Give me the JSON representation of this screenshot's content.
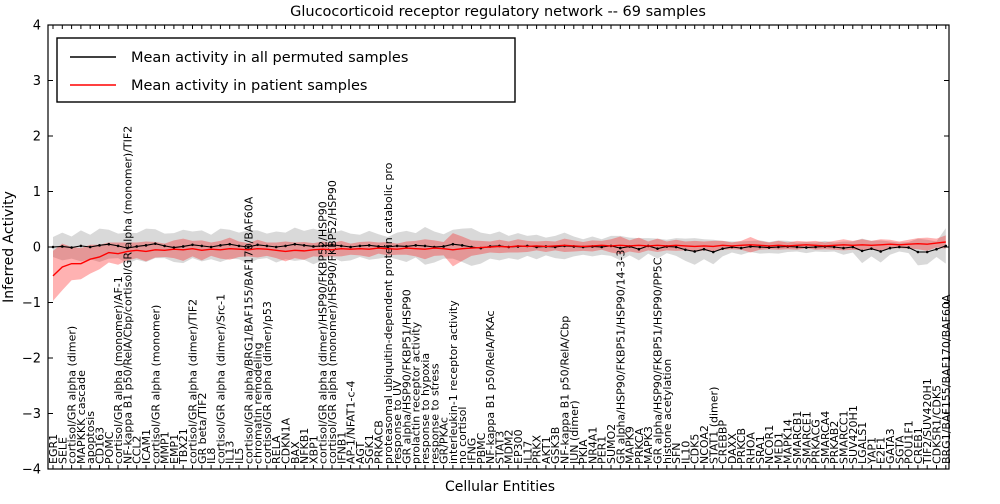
{
  "chart": {
    "title": "Glucocorticoid receptor regulatory network -- 69 samples",
    "xlabel": "Cellular Entities",
    "ylabel": "Inferred Activity",
    "legend": [
      {
        "label": "Mean activity in all permuted samples",
        "color": "#000000"
      },
      {
        "label": "Mean activity in patient samples",
        "color": "#ff0000"
      }
    ],
    "ytick_labels": [
      "4",
      "3",
      "2",
      "1",
      "0",
      "−1",
      "−2",
      "−3",
      "−4"
    ],
    "ytick_values": [
      4,
      3,
      2,
      1,
      0,
      -1,
      -2,
      -3,
      -4
    ]
  },
  "chart_data": {
    "type": "line",
    "title": "Glucocorticoid receptor regulatory network -- 69 samples",
    "xlabel": "Cellular Entities",
    "ylabel": "Inferred Activity",
    "ylim": [
      -4,
      4
    ],
    "legend_position": "upper left",
    "grid": false,
    "categories": [
      "EGR1",
      "SELE",
      "cortisol/GR alpha (dimer)",
      "MAPKKK cascade",
      "apoptosis",
      "CD163",
      "POMC",
      "cortisol/GR alpha (monomer)/AF-1",
      "NF-kappa B1 p50/RelA/Cbp/cortisol/GR alpha (monomer)/TIF2",
      "CCL2",
      "ICAM1",
      "cortisol/GR alpha (monomer)",
      "MMP1",
      "EMP1",
      "TBX21",
      "cortisol/GR alpha (dimer)/TIF2",
      "GR beta/TIF2",
      "IL8",
      "cortisol/GR alpha (dimer)/Src-1",
      "IL13",
      "IL5",
      "cortisol/GR alpha/BRG1/BAF155/BAF170/BAF60A",
      "chromatin remodeling",
      "cortisol/GR alpha (dimer)/p53",
      "RELA",
      "CDKN1A",
      "BAX",
      "NFKB1",
      "XBP1",
      "cortisol/GR alpha (dimer)/HSP90/FKBP52/HSP90",
      "cortisol/GR alpha (monomer)/HSP90/FKBP52/HSP90",
      "IFNB1",
      "AP-1/NFAT1-c-4",
      "AGT",
      "SGK1",
      "PRKACB",
      "proteasomal ubiquitin-dependent protein catabolic pro",
      "response to UV",
      "GR alpha/HSP90/FKBP51/HSP90",
      "prolactin receptor activity",
      "response to hypoxia",
      "response to stress",
      "GR/PKAc",
      "interleukin-1 receptor activity",
      "no cortisol",
      "IFNG",
      "PBMC",
      "NF-kappa B1 p50/RelA/PKAc",
      "STAT3",
      "MDM2",
      "EP300",
      "IL17",
      "PRKX",
      "AKT1",
      "GSK3B",
      "NF-kappa B1 p50/RelA/Cbp",
      "JUN (dimer)",
      "PKIA",
      "NR4A1",
      "PER1",
      "SUMO2",
      "GR alpha/HSP90/FKBP51/HSP90/14-3-3",
      "MAPK9",
      "PRKCA",
      "MAPK3",
      "GR alpha/HSP90/FKBP51/HSP90/PP5C",
      "histone acetylation",
      "SFN",
      "IL10",
      "CDK5",
      "NCOA2",
      "STAT1 (dimer)",
      "CREBBP",
      "DAXX",
      "PRKCB",
      "RHOA",
      "SRA1",
      "NCOR1",
      "MED1",
      "MAPK14",
      "SMARCB1",
      "SMARCE1",
      "PRKACG",
      "SMARCA4",
      "PRKAB2",
      "SMARCC1",
      "SUV420H1",
      "LGALS1",
      "YAP1",
      "E2F1",
      "GATA3",
      "SGTA",
      "POU1F1",
      "CREB1",
      "TIF2/SUV420H1",
      "CDK5R1/CDK5",
      "BRG1/BAF155/BAF170/BAF60A"
    ],
    "series": [
      {
        "name": "Mean activity in all permuted samples",
        "color": "#000000",
        "values": [
          0.0,
          0.01,
          -0.01,
          0.02,
          0.0,
          0.03,
          0.05,
          0.02,
          -0.02,
          0.01,
          0.03,
          0.06,
          0.02,
          -0.01,
          0.01,
          0.04,
          0.02,
          0.0,
          0.03,
          0.05,
          0.02,
          0.0,
          0.04,
          0.02,
          0.0,
          0.02,
          0.05,
          0.03,
          0.01,
          0.02,
          0.04,
          0.02,
          0.0,
          0.02,
          0.03,
          0.01,
          0.0,
          0.02,
          0.01,
          0.03,
          0.02,
          0.0,
          0.01,
          0.05,
          0.03,
          0.0,
          -0.02,
          0.01,
          0.02,
          0.0,
          0.01,
          0.02,
          0.0,
          0.01,
          0.0,
          0.02,
          0.01,
          0.0,
          0.01,
          0.0,
          0.02,
          -0.02,
          0.01,
          -0.04,
          0.02,
          -0.03,
          0.01,
          0.0,
          -0.05,
          -0.08,
          -0.04,
          -0.09,
          -0.03,
          0.0,
          -0.02,
          0.01,
          0.0,
          -0.01,
          0.0,
          0.01,
          0.0,
          -0.01,
          0.0,
          0.01,
          0.0,
          -0.02,
          0.0,
          -0.07,
          -0.03,
          -0.08,
          -0.02,
          0.0,
          -0.01,
          -0.09,
          -0.09,
          -0.04,
          0.02
        ],
        "band_half_width": [
          0.18,
          0.25,
          0.2,
          0.28,
          0.22,
          0.3,
          0.26,
          0.22,
          0.28,
          0.24,
          0.3,
          0.26,
          0.22,
          0.26,
          0.3,
          0.24,
          0.28,
          0.22,
          0.3,
          0.26,
          0.24,
          0.3,
          0.26,
          0.22,
          0.28,
          0.24,
          0.3,
          0.26,
          0.32,
          0.26,
          0.22,
          0.28,
          0.24,
          0.2,
          0.26,
          0.22,
          0.18,
          0.24,
          0.28,
          0.22,
          0.34,
          0.28,
          0.22,
          0.26,
          0.3,
          0.34,
          0.28,
          0.22,
          0.26,
          0.2,
          0.24,
          0.18,
          0.22,
          0.16,
          0.2,
          0.24,
          0.18,
          0.14,
          0.18,
          0.14,
          0.18,
          0.22,
          0.16,
          0.2,
          0.14,
          0.18,
          0.12,
          0.16,
          0.2,
          0.24,
          0.18,
          0.22,
          0.14,
          0.1,
          0.12,
          0.1,
          0.12,
          0.1,
          0.12,
          0.1,
          0.08,
          0.1,
          0.08,
          0.1,
          0.08,
          0.12,
          0.1,
          0.22,
          0.14,
          0.2,
          0.12,
          0.08,
          0.1,
          0.24,
          0.22,
          0.14,
          0.32
        ]
      },
      {
        "name": "Mean activity in patient samples",
        "color": "#ff0000",
        "values": [
          -0.52,
          -0.36,
          -0.3,
          -0.3,
          -0.22,
          -0.18,
          -0.1,
          -0.12,
          -0.08,
          -0.06,
          -0.08,
          -0.05,
          -0.06,
          -0.04,
          -0.05,
          -0.03,
          -0.06,
          -0.04,
          -0.05,
          -0.03,
          -0.04,
          -0.05,
          -0.03,
          -0.04,
          -0.06,
          -0.08,
          -0.06,
          -0.07,
          -0.05,
          -0.04,
          -0.05,
          -0.03,
          -0.04,
          -0.03,
          -0.04,
          -0.02,
          -0.03,
          -0.04,
          -0.02,
          -0.03,
          -0.04,
          -0.02,
          -0.03,
          -0.05,
          -0.03,
          -0.02,
          -0.01,
          0.0,
          0.01,
          0.0,
          0.02,
          0.01,
          0.02,
          0.01,
          0.02,
          0.03,
          0.02,
          0.01,
          0.02,
          0.03,
          0.02,
          0.03,
          0.02,
          0.03,
          0.02,
          0.03,
          0.02,
          0.03,
          0.02,
          0.01,
          0.02,
          0.01,
          0.03,
          0.02,
          0.03,
          0.04,
          0.03,
          0.02,
          0.03,
          0.02,
          0.03,
          0.04,
          0.03,
          0.02,
          0.03,
          0.04,
          0.03,
          0.04,
          0.03,
          0.04,
          0.05,
          0.04,
          0.05,
          0.06,
          0.05,
          0.07,
          0.09
        ],
        "band_half_width": [
          0.45,
          0.42,
          0.3,
          0.28,
          0.26,
          0.22,
          0.18,
          0.2,
          0.16,
          0.14,
          0.18,
          0.14,
          0.12,
          0.16,
          0.2,
          0.14,
          0.18,
          0.12,
          0.16,
          0.2,
          0.14,
          0.12,
          0.16,
          0.12,
          0.14,
          0.18,
          0.14,
          0.16,
          0.12,
          0.14,
          0.12,
          0.14,
          0.1,
          0.12,
          0.14,
          0.1,
          0.12,
          0.1,
          0.12,
          0.14,
          0.18,
          0.14,
          0.12,
          0.3,
          0.22,
          0.14,
          0.12,
          0.1,
          0.12,
          0.1,
          0.12,
          0.1,
          0.08,
          0.1,
          0.08,
          0.12,
          0.1,
          0.08,
          0.1,
          0.08,
          0.12,
          0.16,
          0.1,
          0.14,
          0.08,
          0.12,
          0.08,
          0.1,
          0.08,
          0.1,
          0.08,
          0.1,
          0.08,
          0.06,
          0.08,
          0.14,
          0.08,
          0.06,
          0.08,
          0.06,
          0.08,
          0.06,
          0.08,
          0.06,
          0.08,
          0.1,
          0.08,
          0.1,
          0.08,
          0.1,
          0.08,
          0.06,
          0.08,
          0.1,
          0.12,
          0.08,
          0.12
        ]
      }
    ],
    "band_colors": {
      "permuted": "rgba(128,128,128,0.30)",
      "patient": "rgba(255,0,0,0.30)"
    }
  }
}
